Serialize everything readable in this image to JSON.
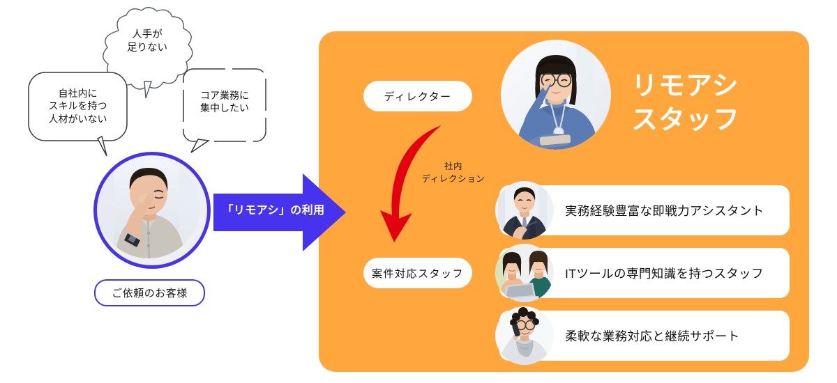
{
  "left": {
    "bubbles": [
      {
        "id": "shortage",
        "text": "人手が\n足りない",
        "shape": "cloud"
      },
      {
        "id": "no-skill",
        "text": "自社内に\nスキルを持つ\n人材がいない",
        "shape": "rounded"
      },
      {
        "id": "core-focus",
        "text": "コア業務に\n集中したい",
        "shape": "rounded-dashed"
      }
    ],
    "customer_photo_alt": "悩むお客様の写真",
    "customer_label": "ご依頼のお客様",
    "arrow_label": "「リモアシ」の利用"
  },
  "panel": {
    "title": "リモアシ\nスタッフ",
    "director_pill": "ディレクター",
    "director_photo_alt": "ディレクターの写真",
    "flow_arrow_label": "社内\nディレクション",
    "staff_pill": "案件対応スタッフ",
    "cards": [
      {
        "label": "実務経験豊富な即戦力アシスタント",
        "photo_alt": "スーツの男性スタッフ"
      },
      {
        "label": "ITツールの専門知識を持つスタッフ",
        "photo_alt": "ノートPCを見る二人の女性"
      },
      {
        "label": "柔軟な業務対応と継続サポート",
        "photo_alt": "電話をする女性"
      }
    ]
  },
  "colors": {
    "panel_orange": "#ffa73c",
    "accent_blue": "#4733ee",
    "flow_red": "#e3000f",
    "card_white": "#ffffff",
    "text_dark": "#111111"
  }
}
